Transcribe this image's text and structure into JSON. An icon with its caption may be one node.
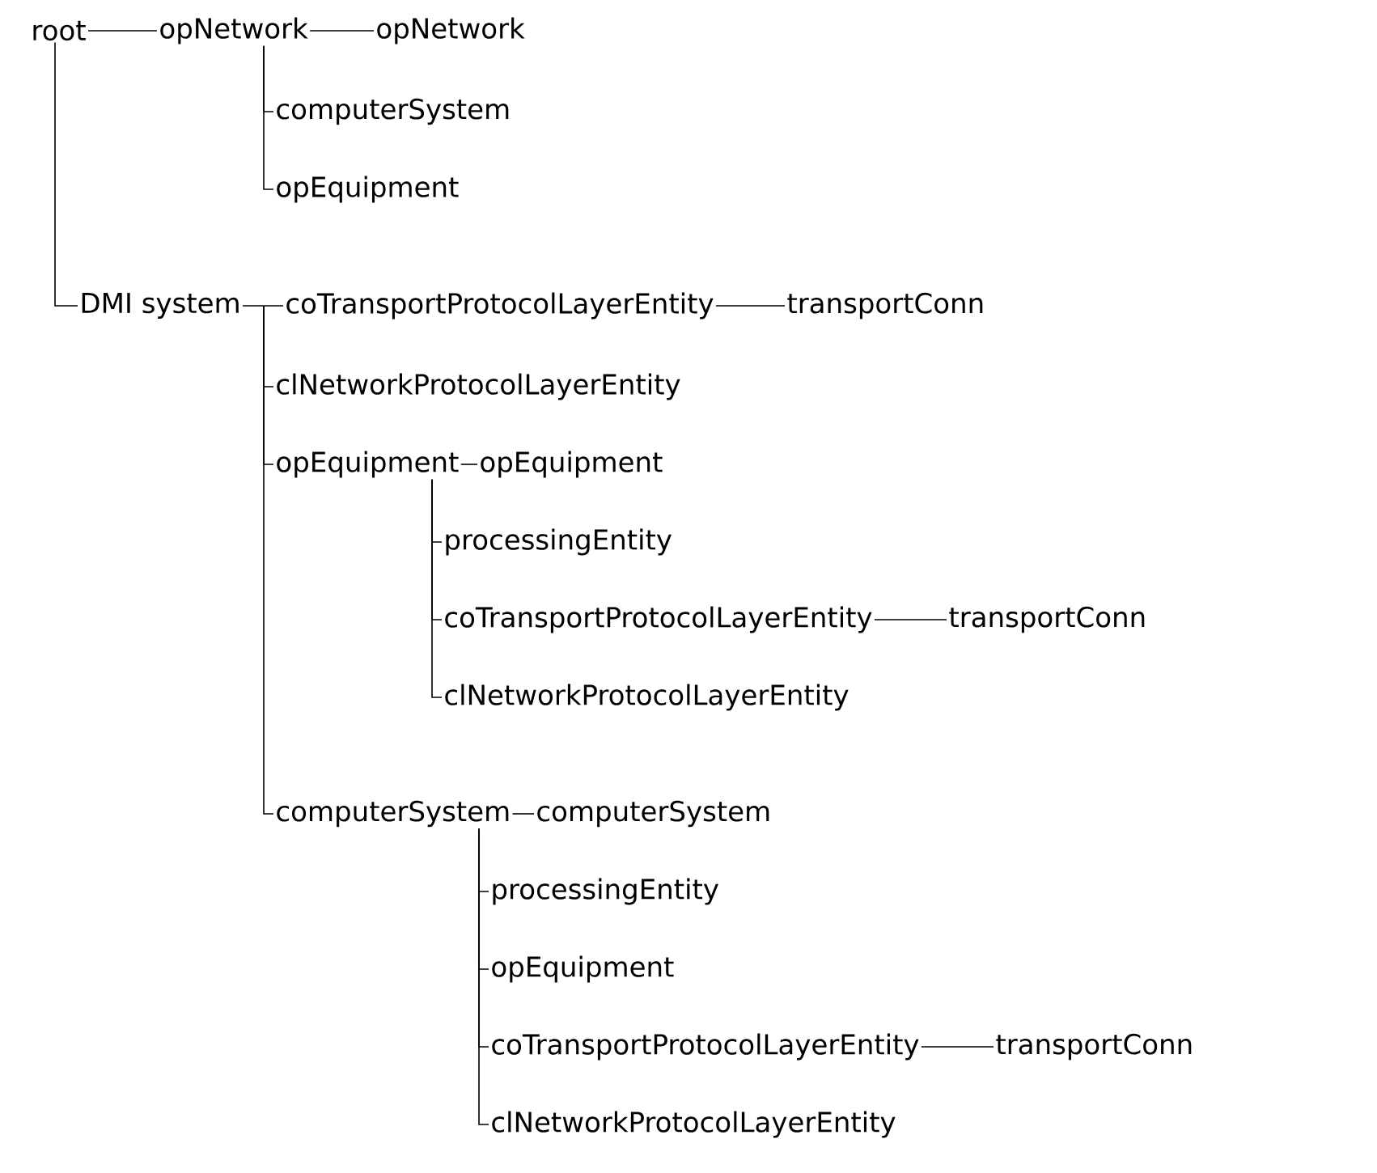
{
  "diagram": {
    "nodes": [
      {
        "text": [
          "root"
        ]
      },
      {
        "text": [
          "opNetwork"
        ]
      },
      {
        "text": [
          "opNetwork"
        ]
      },
      {
        "text": [
          "computerSystem"
        ]
      },
      {
        "text": [
          "opEquipment"
        ]
      },
      {
        "text": [
          "DMI system"
        ]
      },
      {
        "text": [
          "coTransportProtocolLayerEntity"
        ]
      },
      {
        "text": [
          "transportConn"
        ]
      },
      {
        "text": [
          "clNetworkProtocolLayerEntity"
        ]
      },
      {
        "text": [
          "opEquipment"
        ]
      },
      {
        "text": [
          "opEquipment"
        ]
      },
      {
        "text": [
          "processingEntity"
        ]
      },
      {
        "text": [
          "coTransportProtocolLayerEntity"
        ]
      },
      {
        "text": [
          "transportConn"
        ]
      },
      {
        "text": [
          "clNetworkProtocolLayerEntity"
        ]
      },
      {
        "text": [
          "computerSystem"
        ]
      },
      {
        "text": [
          "computerSystem"
        ]
      },
      {
        "text": [
          "processingEntity"
        ]
      },
      {
        "text": [
          "opEquipment"
        ]
      },
      {
        "text": [
          "coTransportProtocolLayerEntity"
        ]
      },
      {
        "text": [
          "transportConn"
        ]
      },
      {
        "text": [
          "clNetworkProtocolLayerEntity"
        ]
      }
    ],
    "edges": [
      {
        "from": 0,
        "to": 1,
        "arrow": "none"
      },
      {
        "from": 0,
        "to": 5,
        "arrow": "none"
      },
      {
        "from": 1,
        "to": 2,
        "arrow": "none"
      },
      {
        "from": 1,
        "to": 3,
        "arrow": "none"
      },
      {
        "from": 1,
        "to": 4,
        "arrow": "none"
      },
      {
        "from": 5,
        "to": 6,
        "arrow": "none"
      },
      {
        "from": 6,
        "to": 7,
        "arrow": "none"
      },
      {
        "from": 5,
        "to": 8,
        "arrow": "none"
      },
      {
        "from": 5,
        "to": 9,
        "arrow": "none"
      },
      {
        "from": 9,
        "to": 10,
        "arrow": "none"
      },
      {
        "from": 9,
        "to": 11,
        "arrow": "none"
      },
      {
        "from": 9,
        "to": 12,
        "arrow": "none"
      },
      {
        "from": 12,
        "to": 13,
        "arrow": "none"
      },
      {
        "from": 9,
        "to": 14,
        "arrow": "none"
      },
      {
        "from": 5,
        "to": 15,
        "arrow": "none"
      },
      {
        "from": 15,
        "to": 16,
        "arrow": "none"
      },
      {
        "from": 15,
        "to": 17,
        "arrow": "none"
      },
      {
        "from": 15,
        "to": 18,
        "arrow": "none"
      },
      {
        "from": 15,
        "to": 19,
        "arrow": "none"
      },
      {
        "from": 19,
        "to": 20,
        "arrow": "none"
      },
      {
        "from": 15,
        "to": 21,
        "arrow": "none"
      }
    ]
  }
}
